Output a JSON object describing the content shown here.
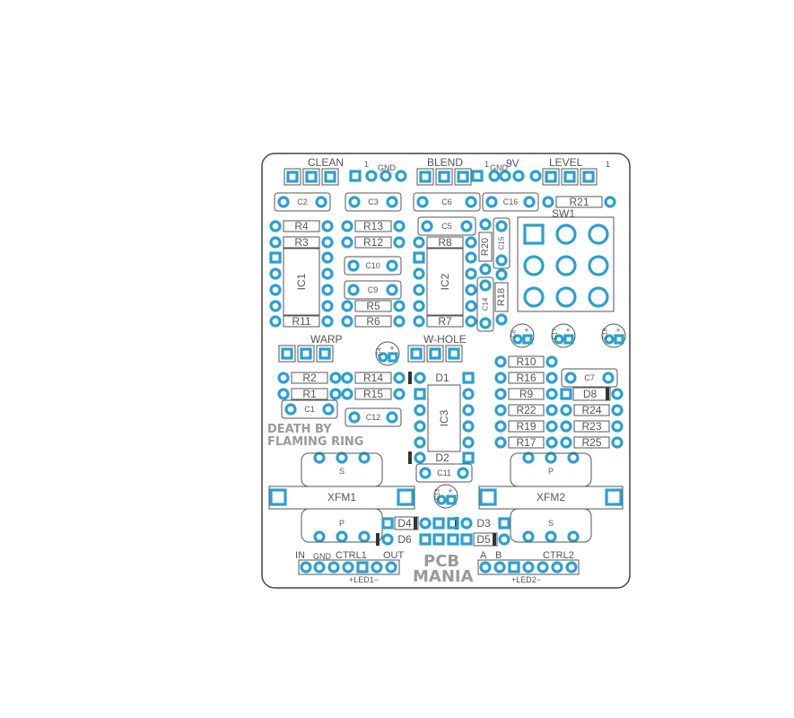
{
  "colors": {
    "pad": "#2aa0d0",
    "outline": "#555555",
    "text": "#555555",
    "board": "#ffffff"
  },
  "board": {
    "pots": {
      "clean": "CLEAN",
      "blend": "BLEND",
      "level": "LEVEL",
      "warp": "WARP",
      "w_hole": "W-HOLE"
    },
    "power": {
      "gnd": "GND",
      "nine_v": "9V",
      "gnd2": "GND",
      "one": "1",
      "one_b": "1",
      "one_c": "1"
    },
    "switch": "SW1",
    "ics": {
      "ic1": "IC1",
      "ic2": "IC2",
      "ic3": "IC3"
    },
    "resistors": {
      "r1": "R1",
      "r2": "R2",
      "r3": "R3",
      "r4": "R4",
      "r5": "R5",
      "r6": "R6",
      "r7": "R7",
      "r8": "R8",
      "r9": "R9",
      "r10": "R10",
      "r11": "R11",
      "r12": "R12",
      "r13": "R13",
      "r14": "R14",
      "r15": "R15",
      "r16": "R16",
      "r17": "R17",
      "r18": "R18",
      "r19": "R19",
      "r20": "R20",
      "r21": "R21",
      "r22": "R22",
      "r23": "R23",
      "r24": "R24",
      "r25": "R25"
    },
    "caps": {
      "c1": "C1",
      "c2": "C2",
      "c3": "C3",
      "c4": "C4",
      "c5": "C5",
      "c6": "C6",
      "c7": "C7",
      "c8": "C8",
      "c9": "C9",
      "c10": "C10",
      "c11": "C11",
      "c12": "C12",
      "c13": "C13",
      "c14": "C14",
      "c15": "C15",
      "c16": "C16",
      "c17": "C17",
      "c18": "C18"
    },
    "diodes": {
      "d1": "D1",
      "d2": "D2",
      "d3": "D3",
      "d4": "D4",
      "d5": "D5",
      "d6": "D6",
      "d8": "D8"
    },
    "transformers": {
      "xfm1": "XFM1",
      "xfm2": "XFM2",
      "s": "S",
      "p": "P"
    },
    "io": {
      "in": "IN",
      "gnd": "GND",
      "ctrl1": "CTRL1",
      "out": "OUT",
      "a": "A",
      "b": "B",
      "ctrl2": "CTRL2",
      "led1": "+LED1−",
      "led2": "+LED2−"
    },
    "logo_top": "DEATH BY",
    "logo_bottom": "FLAMING RING",
    "brand_top": "PCB",
    "brand_bottom": "MANIA"
  }
}
